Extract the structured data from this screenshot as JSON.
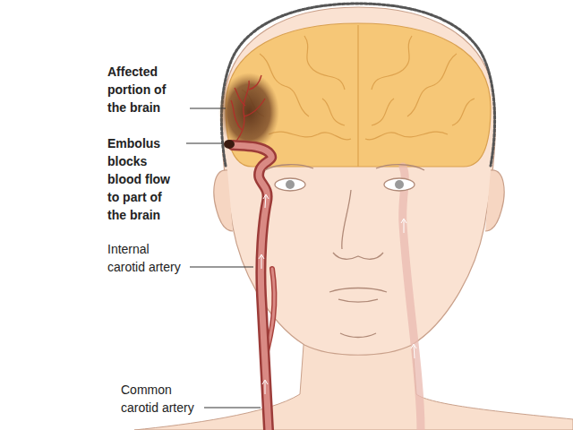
{
  "diagram": {
    "labels": [
      "Affected portion of the brain",
      "Embolus blocks blood flow to part of the brain",
      "Internal carotid artery",
      "Common carotid artery"
    ]
  }
}
